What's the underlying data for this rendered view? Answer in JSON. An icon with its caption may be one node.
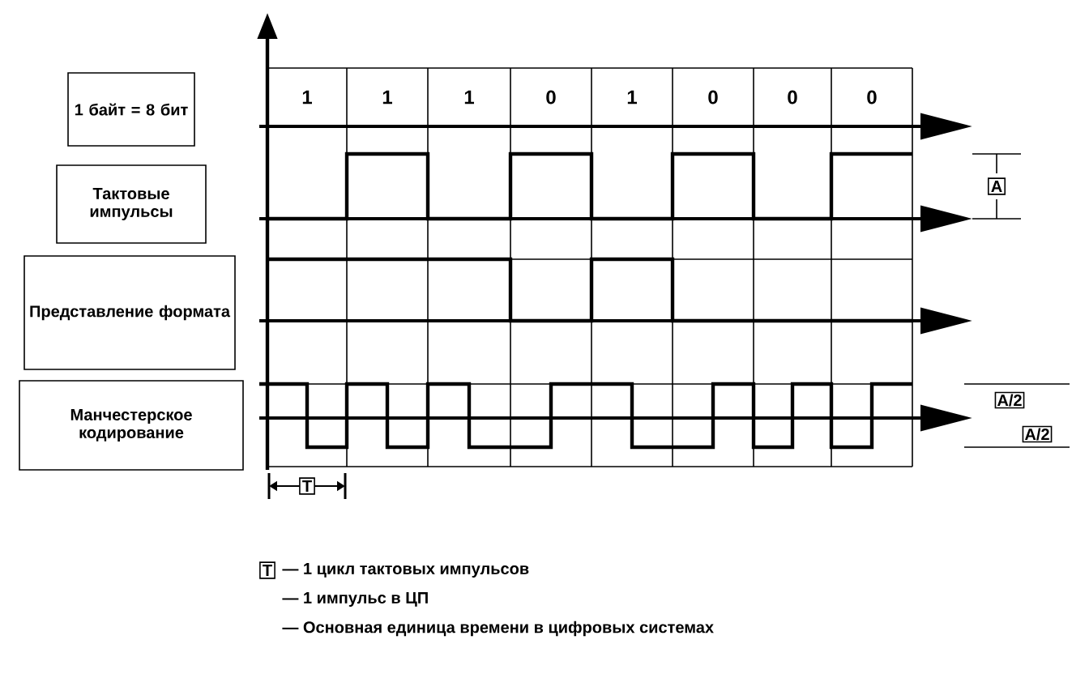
{
  "diagram": {
    "nodes": [
      {
        "text": [
          "1 байт = 8 бит"
        ]
      },
      {
        "text": [
          "Тактовые импульсы"
        ]
      },
      {
        "text": [
          "Представление формата"
        ]
      },
      {
        "text": [
          "Манчестерское кодирование"
        ]
      }
    ],
    "labels": [
      "1",
      "1",
      "1",
      "0",
      "1",
      "0",
      "0",
      "0",
      "A",
      "A/2",
      "A/2",
      "T",
      "T",
      "— 1 цикл тактовых импульсов",
      "— 1 импульс в ЦП",
      "— Основная единица времени в цифровых системах"
    ]
  }
}
